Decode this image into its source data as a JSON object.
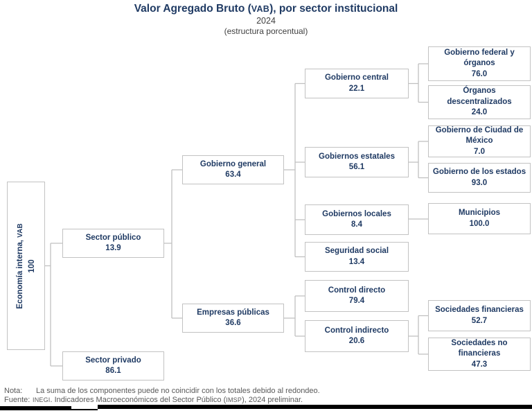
{
  "header": {
    "title_pre": "Valor Agregado Bruto (",
    "title_acronym": "VAB",
    "title_post": "), por sector institucional",
    "year": "2024",
    "subtitle": "(estructura porcentual)"
  },
  "nodes": {
    "economia_interna": {
      "label_pre": "Economía interna, ",
      "label_acronym": "VAB",
      "value": "100"
    },
    "sector_publico": {
      "label": "Sector público",
      "value": "13.9"
    },
    "sector_privado": {
      "label": "Sector privado",
      "value": "86.1"
    },
    "gobierno_general": {
      "label": "Gobierno general",
      "value": "63.4"
    },
    "empresas_publicas": {
      "label": "Empresas públicas",
      "value": "36.6"
    },
    "gobierno_central": {
      "label": "Gobierno central",
      "value": "22.1"
    },
    "gobiernos_estatales": {
      "label": "Gobiernos estatales",
      "value": "56.1"
    },
    "gobiernos_locales": {
      "label": "Gobiernos locales",
      "value": "8.4"
    },
    "seguridad_social": {
      "label": "Seguridad social",
      "value": "13.4"
    },
    "control_directo": {
      "label": "Control directo",
      "value": "79.4"
    },
    "control_indirecto": {
      "label": "Control indirecto",
      "value": "20.6"
    },
    "gobierno_federal_organos": {
      "label": "Gobierno federal y órganos",
      "value": "76.0"
    },
    "organos_descentralizados": {
      "label": "Órganos descentralizados",
      "value": "24.0"
    },
    "gobierno_cdmx": {
      "label": "Gobierno de Ciudad de México",
      "value": "7.0"
    },
    "gobierno_estados": {
      "label": "Gobierno de los estados",
      "value": "93.0"
    },
    "municipios": {
      "label": "Municipios",
      "value": "100.0"
    },
    "sociedades_financieras": {
      "label": "Sociedades financieras",
      "value": "52.7"
    },
    "sociedades_no_financieras": {
      "label": "Sociedades no financieras",
      "value": "47.3"
    }
  },
  "footer": {
    "nota_label": "Nota:",
    "nota_text": "La suma de los componentes puede no coincidir con los totales debido al redondeo.",
    "fuente_label": "Fuente:",
    "fuente_inegi": "INEGI",
    "fuente_mid": ". Indicadores Macroeconómicos del Sector Público (",
    "fuente_imsp": "IMSP",
    "fuente_end": "), 2024 preliminar."
  },
  "colors": {
    "text_navy": "#1f3a63",
    "box_border_gray": "#c2c2c2",
    "connector_gray": "#bfbfbf",
    "footer_gray": "#595959",
    "bottom_bar_black": "#000000"
  }
}
